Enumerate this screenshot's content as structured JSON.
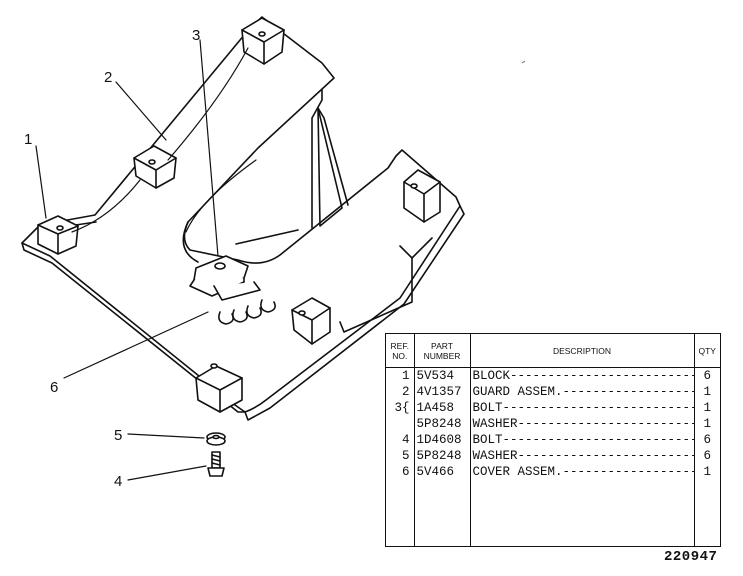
{
  "callouts": [
    "1",
    "2",
    "3",
    "4",
    "5",
    "6"
  ],
  "drawing_number": "220947",
  "table": {
    "headers": {
      "ref": "REF. NO.",
      "part": "PART NUMBER",
      "description": "DESCRIPTION",
      "qty": "QTY"
    },
    "rows": [
      {
        "ref": "1",
        "part": "5V534",
        "description": "BLOCK-----------------------------",
        "qty": "6"
      },
      {
        "ref": "2",
        "part": "4V1357",
        "description": "GUARD ASSEM.----------------------",
        "qty": "1"
      },
      {
        "ref": "3{",
        "part": "1A458",
        "description": "BOLT------------------------------",
        "qty": "1"
      },
      {
        "ref": "",
        "part": "5P8248",
        "description": "WASHER----------------------------",
        "qty": "1"
      },
      {
        "ref": "4",
        "part": "1D4608",
        "description": "BOLT------------------------------",
        "qty": "6"
      },
      {
        "ref": "5",
        "part": "5P8248",
        "description": "WASHER----------------------------",
        "qty": "6"
      },
      {
        "ref": "6",
        "part": "5V466",
        "description": "COVER ASSEM.----------------------",
        "qty": "1"
      }
    ]
  }
}
